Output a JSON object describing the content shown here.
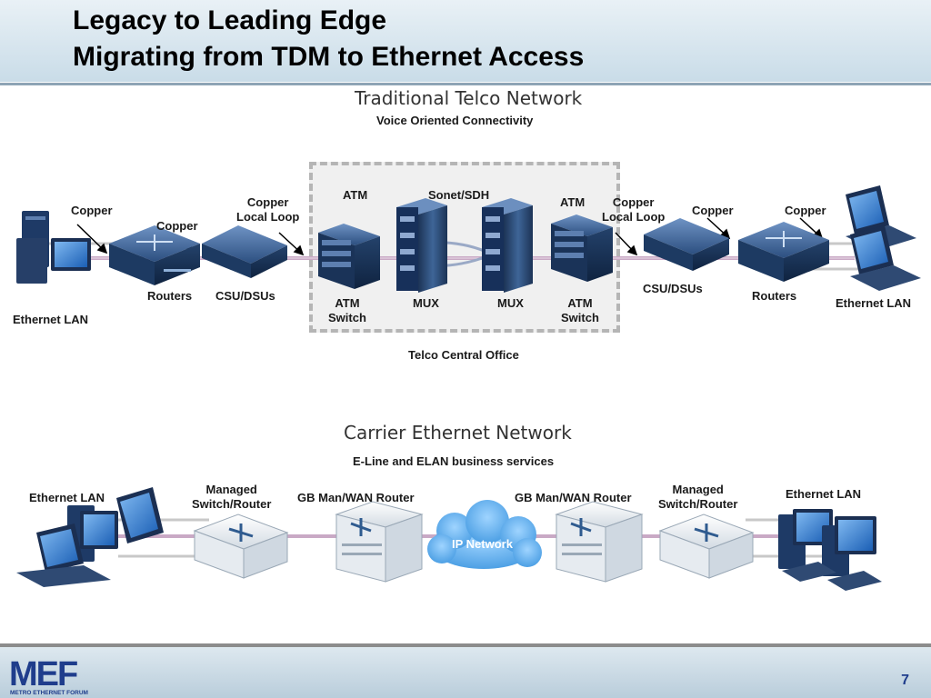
{
  "slide": {
    "title_line1": "Legacy to Leading Edge",
    "title_line2": "Migrating from TDM to Ethernet Access",
    "page_number": "7",
    "logo": "MEF",
    "logo_sub": "METRO ETHERNET FORUM"
  },
  "traditional": {
    "heading": "Traditional Telco Network",
    "subheading": "Voice Oriented Connectivity",
    "central_office": "Telco Central Office",
    "labels": {
      "copper_left_1": "Copper",
      "copper_left_2": "Copper",
      "copper_local_loop_left": "Copper\nLocal Loop",
      "routers_left": "Routers",
      "csu_dsus_left": "CSU/DSUs",
      "ethernet_lan_left": "Ethernet LAN",
      "atm_top_left": "ATM",
      "sonet_sdh": "Sonet/SDH",
      "atm_top_right": "ATM",
      "atm_switch_left": "ATM\nSwitch",
      "mux_left": "MUX",
      "mux_right": "MUX",
      "atm_switch_right": "ATM\nSwitch",
      "copper_local_loop_right": "Copper\nLocal Loop",
      "copper_right_1": "Copper",
      "copper_right_2": "Copper",
      "csu_dsus_right": "CSU/DSUs",
      "routers_right": "Routers",
      "ethernet_lan_right": "Ethernet LAN"
    }
  },
  "carrier": {
    "heading": "Carrier Ethernet Network",
    "subheading": "E-Line and ELAN business services",
    "labels": {
      "ethernet_lan_left": "Ethernet LAN",
      "managed_switch_left": "Managed\nSwitch/Router",
      "gb_router_left": "GB Man/WAN Router",
      "ip_network": "IP Network",
      "gb_router_right": "GB Man/WAN Router",
      "managed_switch_right": "Managed\nSwitch/Router",
      "ethernet_lan_right": "Ethernet LAN"
    }
  },
  "colors": {
    "accent": "#1f3d8c",
    "device_blue": "#2f5b8f",
    "cloud_blue": "#5aaee8"
  }
}
